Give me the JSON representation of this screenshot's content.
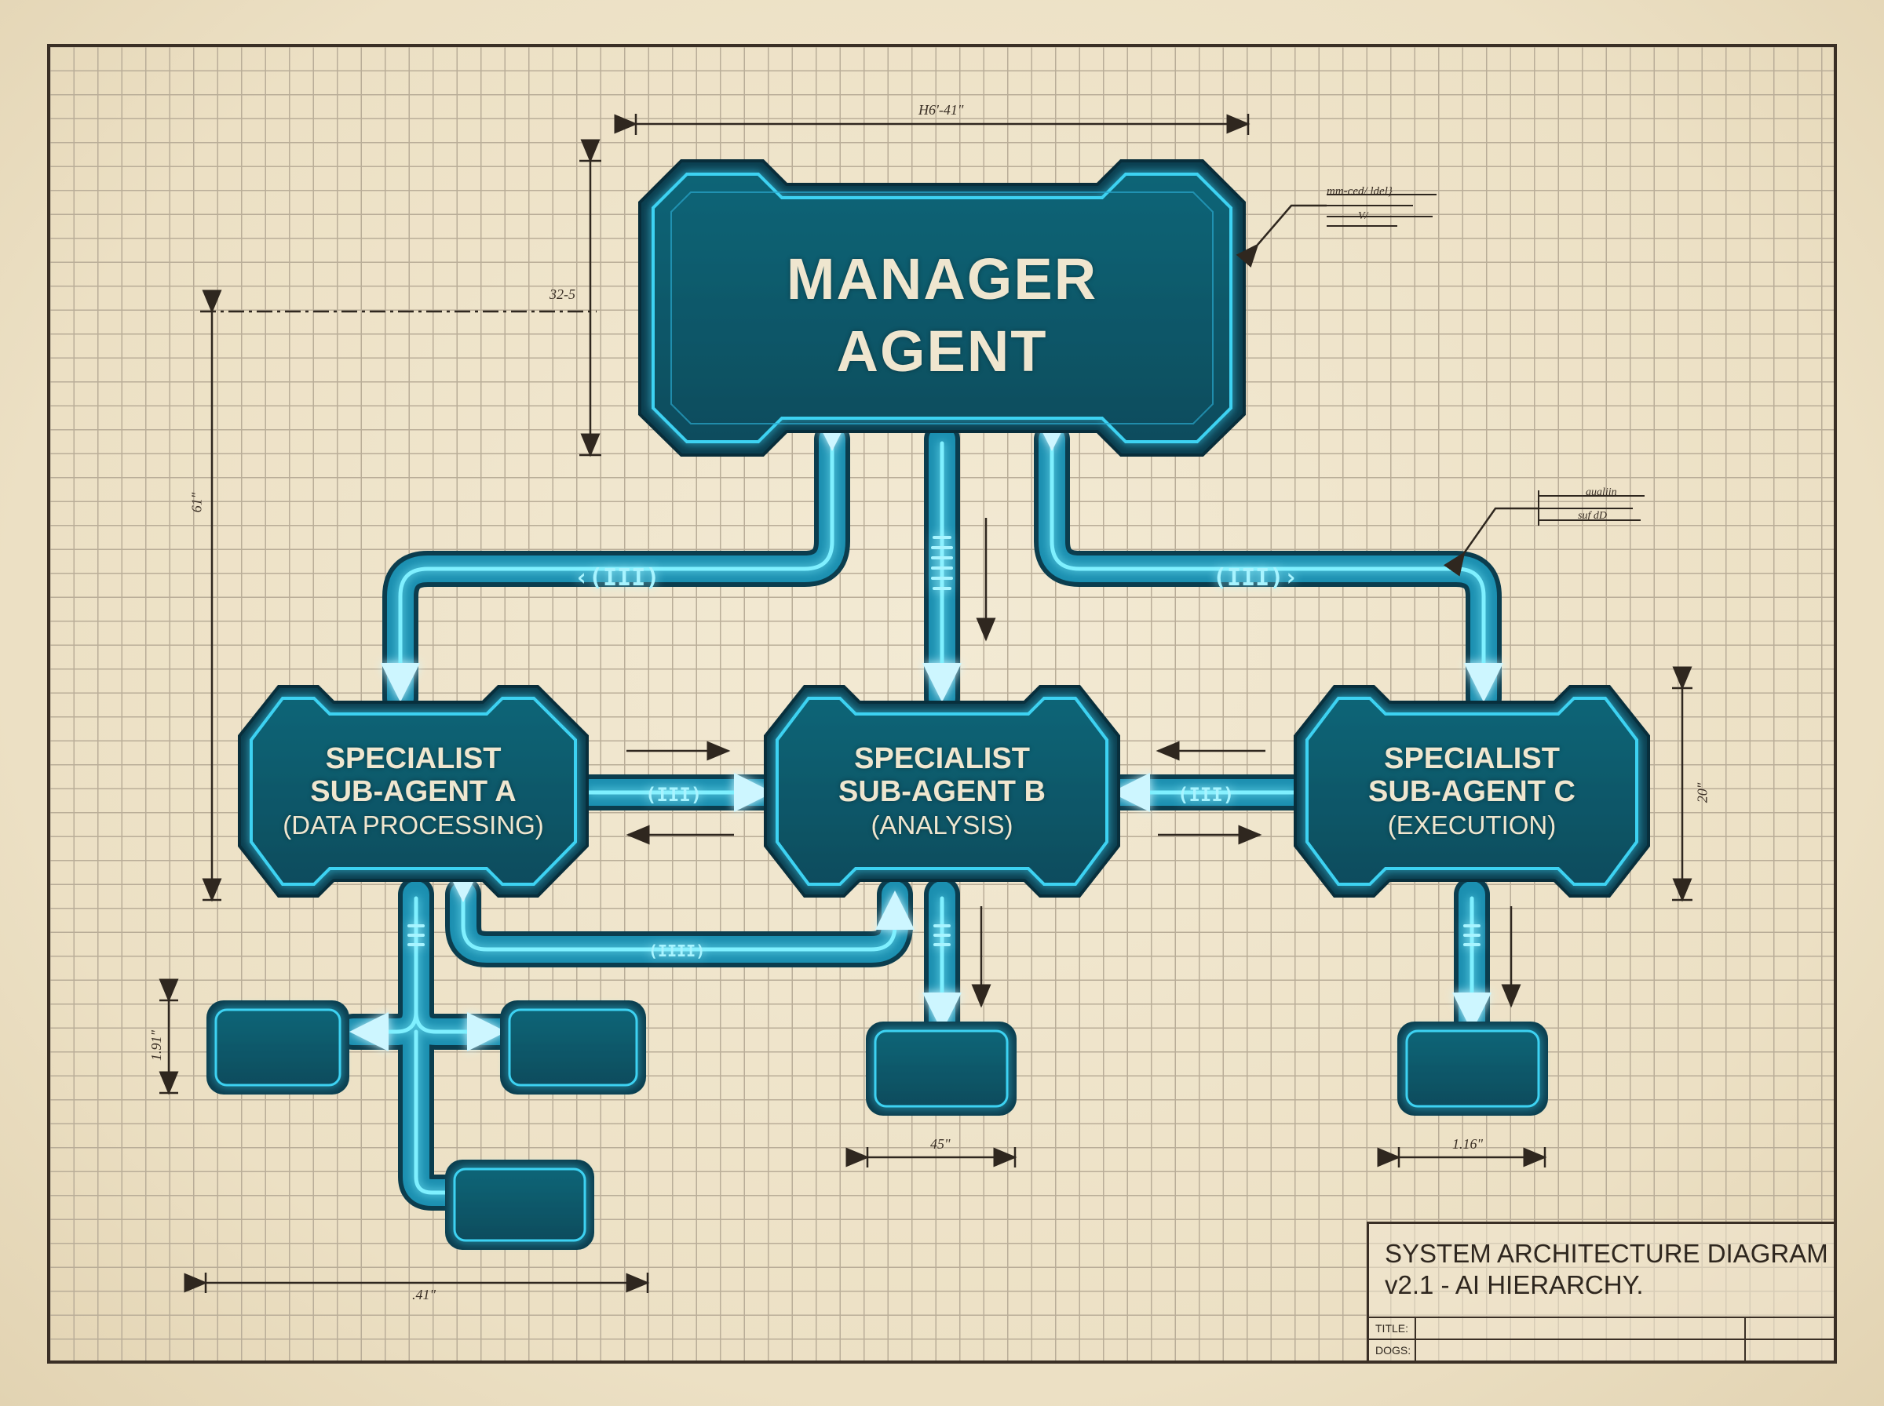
{
  "diagram": {
    "manager": {
      "line1": "MANAGER",
      "line2": "AGENT"
    },
    "specialists": [
      {
        "line1": "SPECIALIST",
        "line2": "SUB-AGENT A",
        "role": "(DATA PROCESSING)"
      },
      {
        "line1": "SPECIALIST",
        "line2": "SUB-AGENT B",
        "role": "(ANALYSIS)"
      },
      {
        "line1": "SPECIALIST",
        "line2": "SUB-AGENT C",
        "role": "(EXECUTION)"
      }
    ],
    "dimensions": {
      "top_width": "H6'-41\"",
      "manager_height": "32-5",
      "left_height": "61\"",
      "right_height": "20\"",
      "leaf_height": "1.91\"",
      "bottom_left_width": ".41\"",
      "b_leaf_width": "45\"",
      "c_leaf_width": "1.16\""
    },
    "annotations": {
      "note1_line1": "mm-ced/ ldel}",
      "note1_line2": "V/",
      "note2_line1": "aualiin",
      "note2_line2": "suf dD"
    },
    "colors": {
      "box_fill": "#0e5a6c",
      "box_border": "#0a3f52",
      "glow": "#3ed2f2",
      "pipe": "#2ab6d8",
      "paper": "#efe4cb",
      "ink": "#3a2f25"
    }
  },
  "title_block": {
    "line1": "SYSTEM ARCHITECTURE DIAGRAM",
    "line2": "v2.1 - AI HIERARCHY.",
    "title_label": "TITLE:",
    "dogs_label": "DOGS:"
  }
}
